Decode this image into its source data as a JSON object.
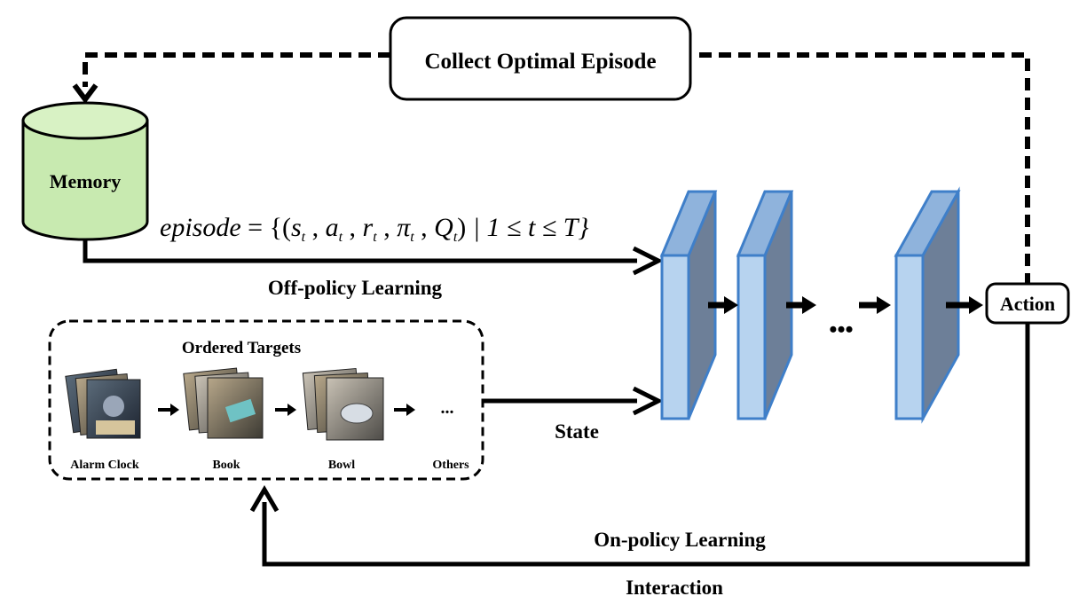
{
  "labels": {
    "collect": "Collect Optimal Episode",
    "memory": "Memory",
    "episode": "episode = {(s",
    "off_policy": "Off-policy Learning",
    "ordered_targets": "Ordered Targets",
    "state": "State",
    "action": "Action",
    "on_policy": "On-policy Learning",
    "interaction": "Interaction",
    "dots": "...",
    "ellipsis": "•••"
  },
  "equation": {
    "lhs": "episode",
    "eq": "=",
    "set_open": "{(",
    "s": "s",
    "a": "a",
    "r": "r",
    "pi": "π",
    "q": "Q",
    "sub": "t",
    "comma": ",",
    "close": ")",
    "cond": "| 1 ≤ t ≤ T}"
  },
  "targets": [
    {
      "name": "Alarm Clock"
    },
    {
      "name": "Book"
    },
    {
      "name": "Bowl"
    },
    {
      "name": "Others"
    }
  ],
  "colors": {
    "memory_fill": "#c8eab0",
    "memory_top": "#d8f2c4",
    "layer_front": "#b7d3ef",
    "layer_side": "#6d7f98",
    "layer_top": "#8fb3dc",
    "layer_stroke": "#3f7fc9"
  }
}
